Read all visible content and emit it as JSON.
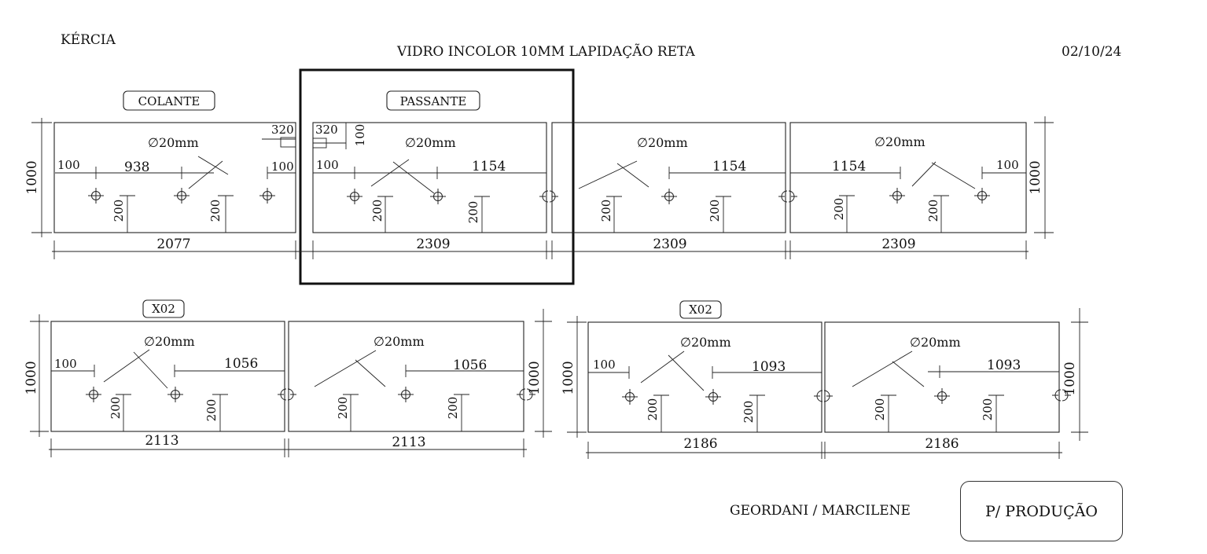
{
  "header": {
    "client": "KÉRCIA",
    "title": "VIDRO INCOLOR 10MM LAPIDAÇÃO RETA",
    "date": "02/10/24"
  },
  "footer": {
    "signatures": "GEORDANI / MARCILENE",
    "stamp": "P/ PRODUÇÃO"
  },
  "tags": {
    "colante": "COLANTE",
    "passante": "PASSANTE",
    "x02_a": "X02",
    "x02_b": "X02"
  },
  "hole_label": "20mm",
  "height": "1000",
  "rows": [
    {
      "panels": [
        {
          "width": "2077",
          "dims": [
            "100",
            "938",
            "100",
            "320"
          ],
          "edge": "200"
        },
        {
          "width": "2309",
          "dims": [
            "320",
            "100",
            "100",
            "1154"
          ],
          "edge": "200"
        },
        {
          "width": "2309",
          "dims": [
            "1154"
          ],
          "edge": "200"
        },
        {
          "width": "2309",
          "dims": [
            "1154",
            "100"
          ],
          "edge": "200"
        }
      ]
    },
    {
      "panels": [
        {
          "width": "2113",
          "dims": [
            "100",
            "1056"
          ],
          "edge": "200"
        },
        {
          "width": "2113",
          "dims": [
            "1056"
          ],
          "edge": "200"
        }
      ]
    },
    {
      "panels": [
        {
          "width": "2186",
          "dims": [
            "100",
            "1093"
          ],
          "edge": "200"
        },
        {
          "width": "2186",
          "dims": [
            "1093"
          ],
          "edge": "200"
        }
      ]
    }
  ]
}
